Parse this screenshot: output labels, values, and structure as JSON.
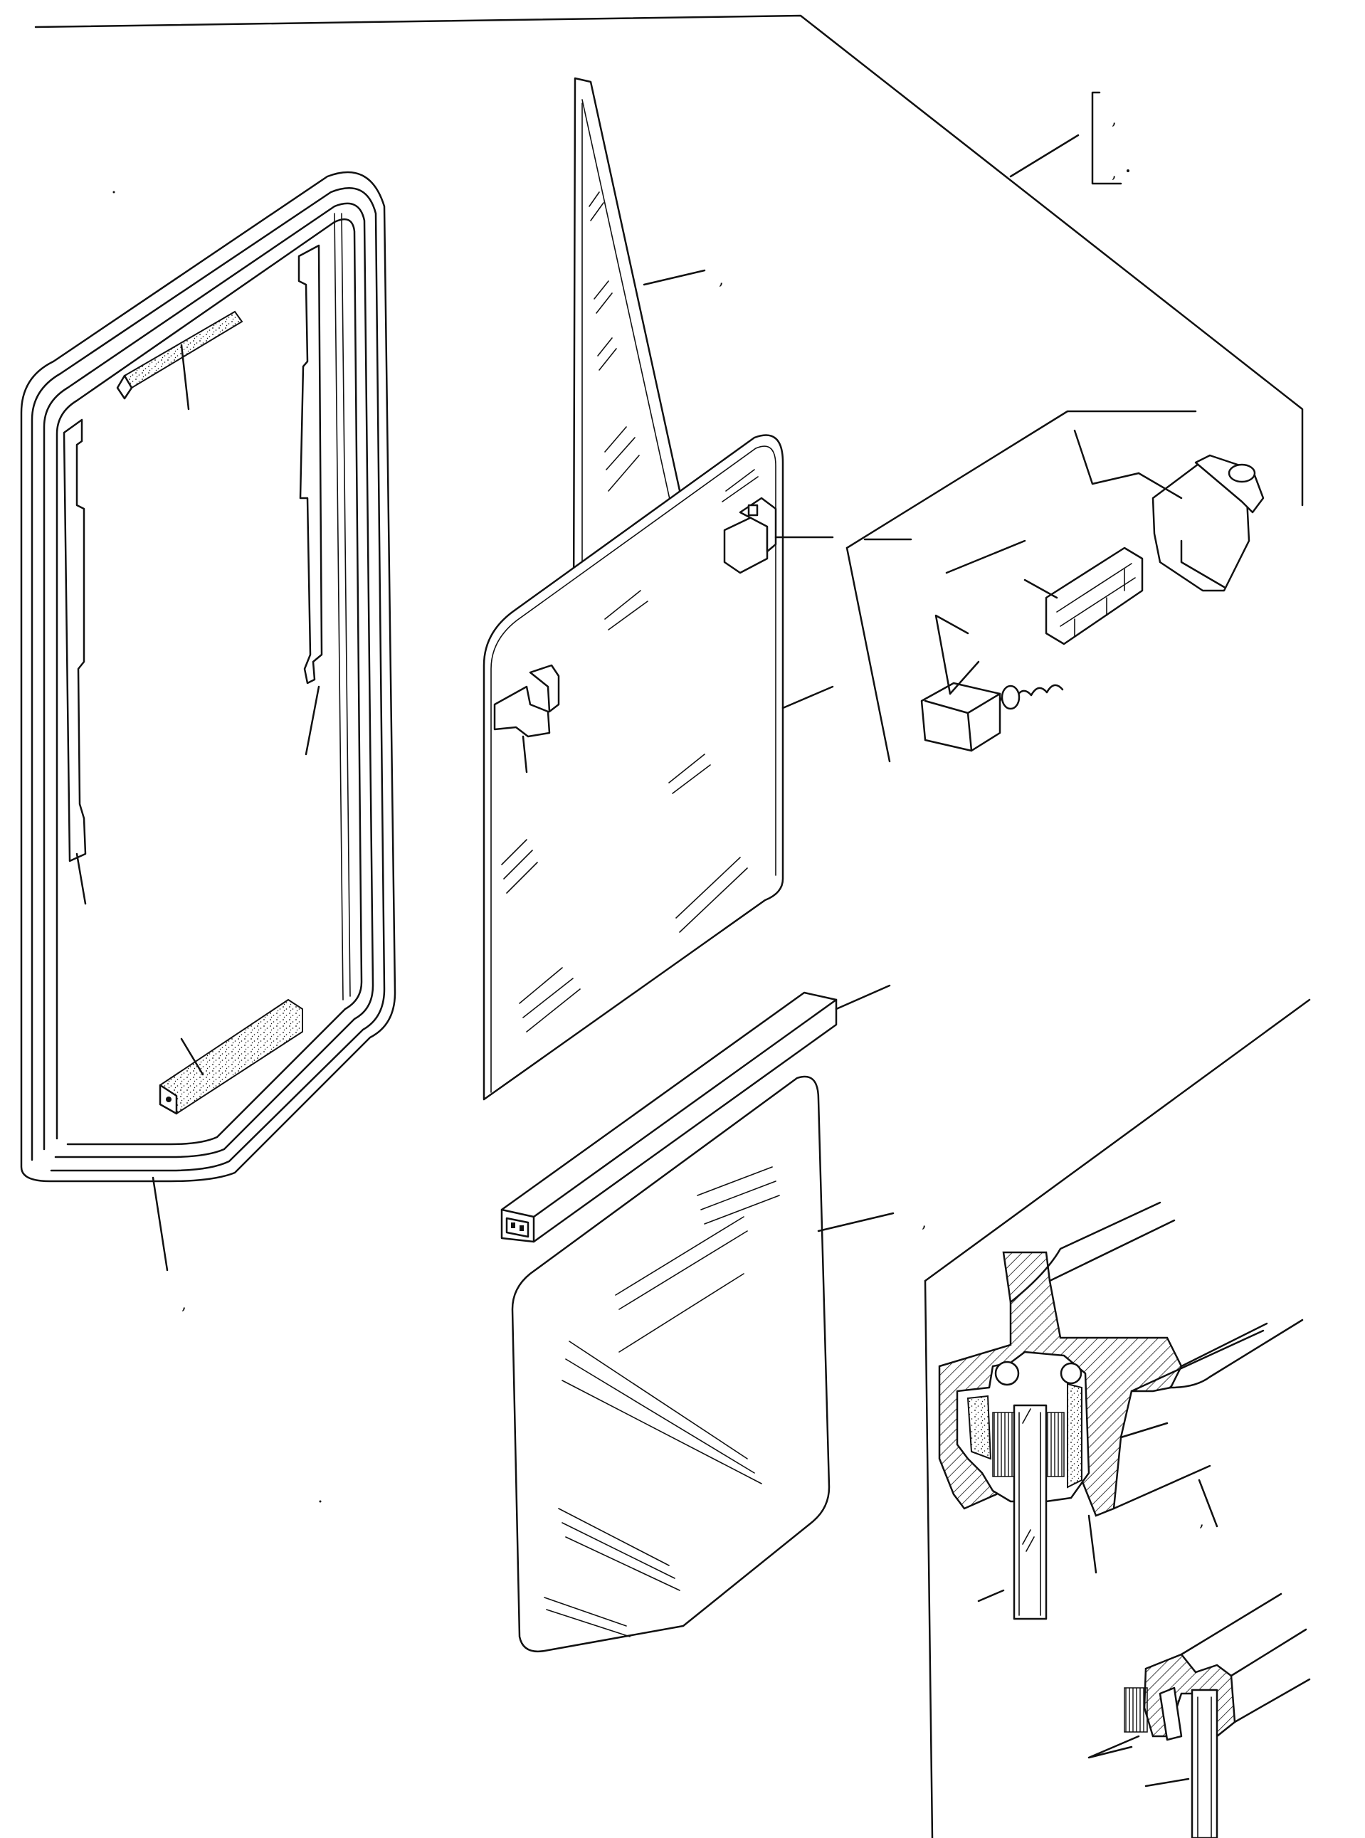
{
  "callouts": [
    {
      "id": "c1",
      "text": ","
    },
    {
      "id": "c2",
      "text": ","
    },
    {
      "id": "c3",
      "text": ","
    },
    {
      "id": "c4",
      "text": ","
    },
    {
      "id": "c5",
      "text": ","
    },
    {
      "id": "c6",
      "text": ","
    }
  ],
  "colors": {
    "ink": "#111111",
    "paper": "#ffffff"
  }
}
